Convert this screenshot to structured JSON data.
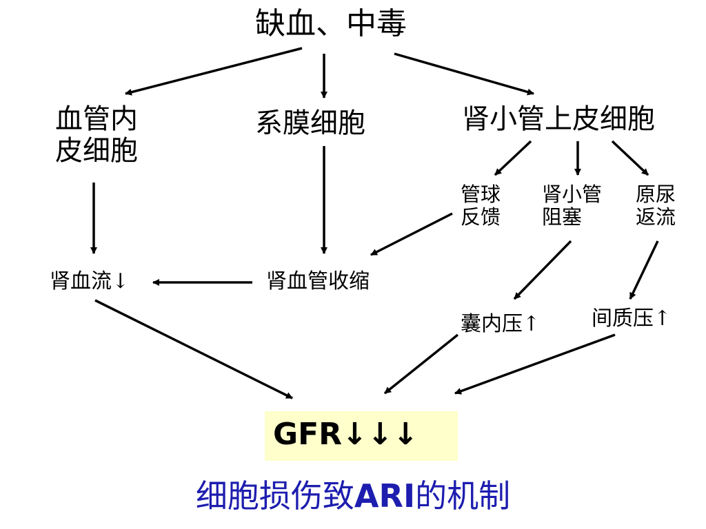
{
  "diagram": {
    "root": "缺血、中毒",
    "branches": {
      "endothelial": [
        "血管内",
        "皮细胞"
      ],
      "mesangial": "系膜细胞",
      "tubular": "肾小管上皮细胞"
    },
    "tubular_effects": {
      "feedback": [
        "管球",
        "反馈"
      ],
      "obstruction": [
        "肾小管",
        "阻塞"
      ],
      "backleak": [
        "原尿",
        "返流"
      ]
    },
    "mid_nodes": {
      "renal_blood_flow": "肾血流↓",
      "vasoconstriction": "肾血管收缩",
      "capsule_pressure": "囊内压↑",
      "interstitial_pressure": "间质压↑"
    },
    "result": {
      "gfr": "GFR↓↓↓"
    },
    "caption": {
      "pre": "细胞损伤致",
      "abbr": "ARI",
      "post": "的机制"
    }
  },
  "colors": {
    "caption": "#1d1daf",
    "result_box": "#ffffcc",
    "lines": "#000000"
  }
}
